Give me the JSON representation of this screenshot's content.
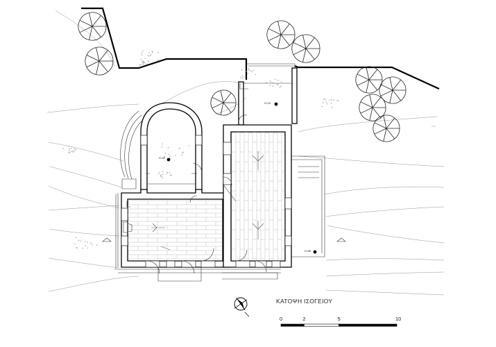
{
  "drawing": {
    "title": "ΚΑΤΟΨΗ ΙΣΟΓΕΙΟΥ",
    "scale_bar": {
      "labels": [
        "0",
        "2",
        "5",
        "10"
      ],
      "unit_values": [
        0,
        2,
        5,
        10
      ]
    },
    "level_marks": [
      {
        "id": "courtyard-level",
        "text": "+0.90"
      },
      {
        "id": "north-entrance-level",
        "text": "+0.15"
      },
      {
        "id": "east-terrace-level",
        "text": "+0.85"
      }
    ],
    "north_arrow": "north-arrow-icon",
    "tree_icon": "tree-icon",
    "colors": {
      "line": "#000000",
      "floor_pattern": "#b5b5b5",
      "background": "#ffffff"
    }
  }
}
